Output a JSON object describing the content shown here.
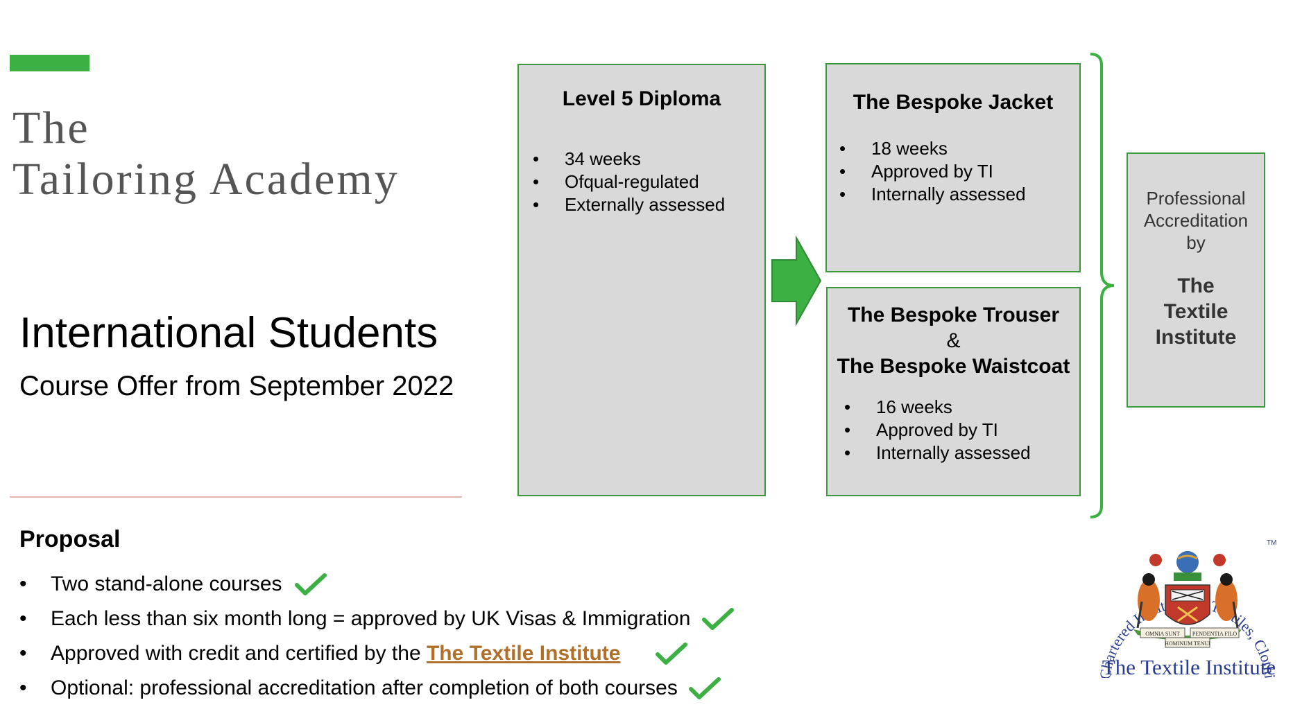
{
  "brand": {
    "line1": "The",
    "line2": "Tailoring Academy",
    "accent_color": "#3cb043"
  },
  "heading": {
    "title": "International Students",
    "subtitle": "Course Offer from September 2022"
  },
  "proposal": {
    "title": "Proposal",
    "items": [
      {
        "text": "Two stand-alone courses",
        "checked": true
      },
      {
        "text": "Each less than six month long = approved by UK Visas & Immigration",
        "checked": true
      },
      {
        "text_before": "Approved with credit and certified by the ",
        "link_text": "The Textile Institute",
        "checked": true
      },
      {
        "text": "Optional: professional accreditation after completion of both courses",
        "checked": true
      }
    ]
  },
  "diploma": {
    "title": "Level 5 Diploma",
    "bullets": [
      "34 weeks",
      "Ofqual-regulated",
      "Externally assessed"
    ]
  },
  "jacket": {
    "title": "The Bespoke Jacket",
    "bullets": [
      "18 weeks",
      "Approved by TI",
      "Internally assessed"
    ]
  },
  "trouser": {
    "title_line1": "The Bespoke Trouser",
    "title_line2": "&",
    "title_line3": "The Bespoke Waistcoat",
    "bullets": [
      "16 weeks",
      "Approved by TI",
      "Internally assessed"
    ]
  },
  "accreditation": {
    "line1": "Professional",
    "line2": "Accreditation",
    "line3": "by",
    "bold1": "The",
    "bold2": "Textile",
    "bold3": "Institute"
  },
  "logo": {
    "ring_text": "Chartered Institute for Textiles, Clothing and Footwear",
    "tm": "TM",
    "name": "The Textile Institute",
    "motto1": "OMNIA SUNT",
    "motto2": "PENDENTIA FILO",
    "motto3": "HOMINUM TENUI"
  },
  "colors": {
    "green": "#3cb043",
    "box_fill": "#d9d9d9",
    "box_border": "#3a9a3a",
    "divider": "#e3b5ad",
    "link": "#b0702a",
    "logo_blue": "#2a3c8f"
  }
}
